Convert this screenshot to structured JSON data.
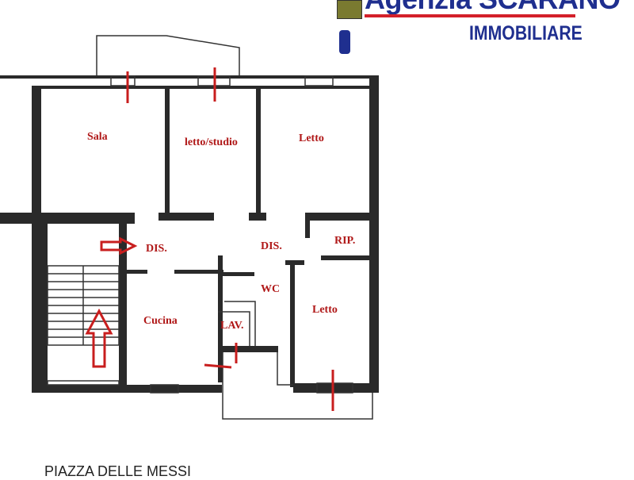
{
  "logo": {
    "name": "Agenzia SCARANO",
    "subtitle": "IMMOBILIARE"
  },
  "rooms": {
    "sala": "Sala",
    "letto_studio": "letto/studio",
    "letto_top": "Letto",
    "dis_left": "DIS.",
    "dis_right": "DIS.",
    "rip": "RIP.",
    "wc": "WC",
    "cucina": "Cucina",
    "lav": "LAV.",
    "letto_bottom": "Letto"
  },
  "street": "PIAZZA DELLE MESSI",
  "colors": {
    "label": "#b01818",
    "brand": "#1f2f8f",
    "accent": "#d4202a"
  }
}
